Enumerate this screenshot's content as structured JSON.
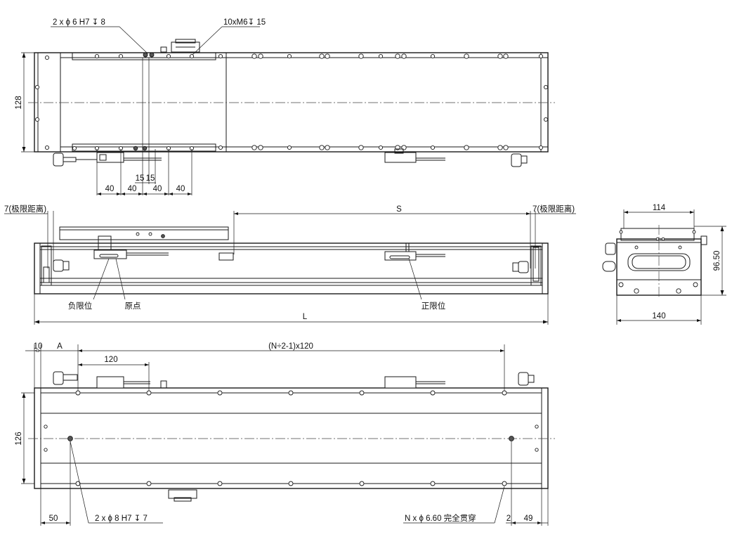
{
  "top_view": {
    "callout_dowel": "2 x  ϕ 6 H7  ↧ 8",
    "callout_thread": "10xM6↧ 15",
    "height_dim": "128",
    "spacing_dims": [
      "40",
      "40",
      "15",
      "15",
      "40",
      "40"
    ]
  },
  "side_view": {
    "stroke_limit_left": "7(极限距离)",
    "stroke_limit_right": "7(极限距离)",
    "stroke_label": "S",
    "length_label": "L",
    "neg_limit_label": "负限位",
    "origin_label": "原点",
    "pos_limit_label": "正限位"
  },
  "end_view": {
    "top_width": "114",
    "bottom_width": "140",
    "height_dim": "96.50"
  },
  "bottom_view": {
    "dim_10": "10",
    "dim_A": "A",
    "dim_pitch_formula": "(N÷2-1)x120",
    "dim_120": "120",
    "height_dim": "126",
    "dim_50": "50",
    "callout_dowel": "2 x  ϕ 8 H7  ↧ 7",
    "callout_holes": "N x  ϕ 6.60 完全贯穿",
    "dim_2": "2",
    "dim_49": "49"
  }
}
